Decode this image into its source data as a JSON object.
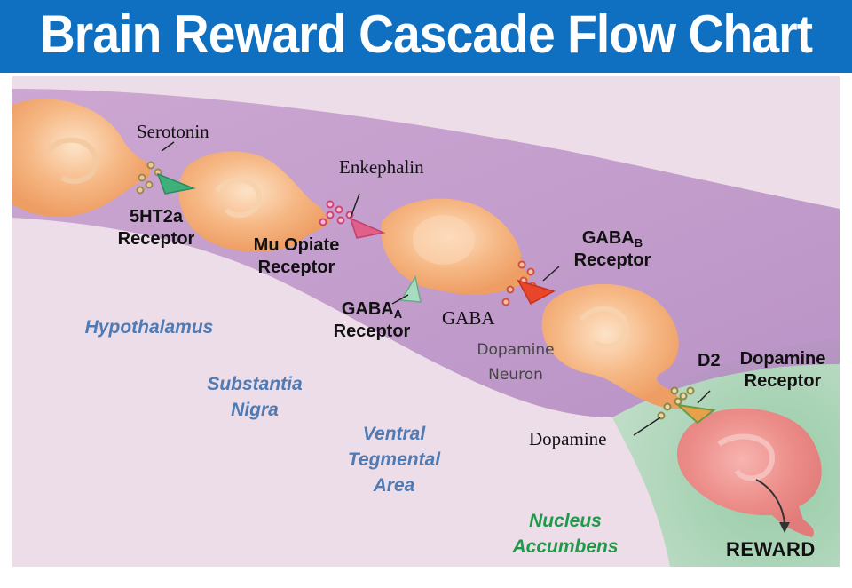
{
  "title": "Brain Reward Cascade Flow Chart",
  "labels": {
    "serotonin": "Serotonin",
    "ht2a_line1": "5HT2a",
    "ht2a_line2": "Receptor",
    "enkephalin": "Enkephalin",
    "mu_line1": "Mu Opiate",
    "mu_line2": "Receptor",
    "gaba_a_main": "GABA",
    "gaba_a_sub": "A",
    "gaba_a_line2": "Receptor",
    "gaba": "GABA",
    "gaba_b_main": "GABA",
    "gaba_b_sub": "B",
    "gaba_b_line2": "Receptor",
    "dopamine_neuron_line1": "Dopamine",
    "dopamine_neuron_line2": "Neuron",
    "d2_prefix": "D2",
    "d2_line1": "Dopamine",
    "d2_line2": "Receptor",
    "dopamine": "Dopamine",
    "reward": "REWARD"
  },
  "regions": {
    "hypothalamus": "Hypothalamus",
    "substantia_line1": "Substantia",
    "substantia_line2": "Nigra",
    "vta_line1": "Ventral",
    "vta_line2": "Tegmental",
    "vta_line3": "Area",
    "nucleus_line1": "Nucleus",
    "nucleus_line2": "Accumbens"
  },
  "colors": {
    "title_bar": "#0f6fc0",
    "background": "#ecdde8",
    "pathway_band": "#b98ec4",
    "nucleus_area": "#98d0a8",
    "neuron": "#f5b57f",
    "reward_neuron": "#e98a8a",
    "region_text": "#4f7ab3",
    "nucleus_text": "#1f9a4a"
  },
  "icons": {
    "receptor_5ht2a": "green-triangle-receptor-icon",
    "receptor_mu": "pink-triangle-receptor-icon",
    "receptor_gaba_a": "light-green-triangle-receptor-icon",
    "receptor_gaba_b": "red-triangle-receptor-icon",
    "receptor_d2": "orange-triangle-receptor-icon",
    "reward_arrow": "curved-arrow-icon"
  }
}
